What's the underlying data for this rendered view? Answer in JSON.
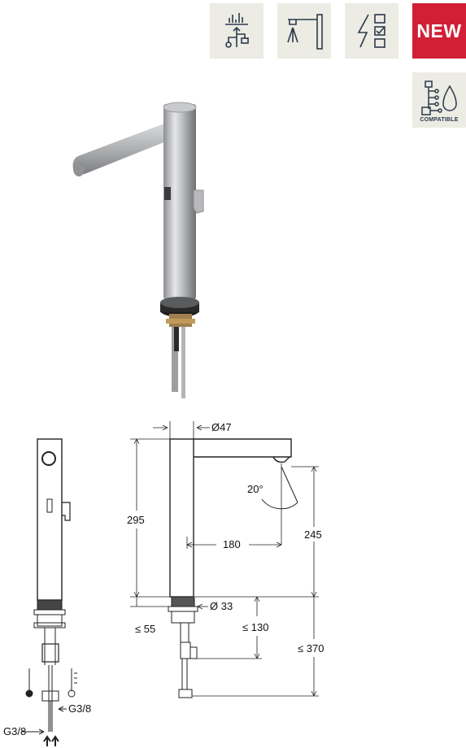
{
  "header": {
    "title_fragment": ""
  },
  "badges": {
    "flow_icon": "flow-chart-icon",
    "tap_icon": "tap-shower-icon",
    "power_icon": "power-checklist-icon",
    "new_label": "NEW",
    "compatible_label": "COMPATIBLE",
    "new_color": "#d21f36",
    "badge_bg": "#ecebe4"
  },
  "dimensions": {
    "diameter_top": "Ø47",
    "height_body": "295",
    "spout_angle": "20°",
    "spout_reach": "180",
    "spout_height": "245",
    "diameter_base": "Ø 33",
    "max_deck": "≤ 55",
    "max_hose_130": "≤ 130",
    "max_total": "≤ 370",
    "thread_left": "G3/8",
    "thread_right": "G3/8"
  }
}
